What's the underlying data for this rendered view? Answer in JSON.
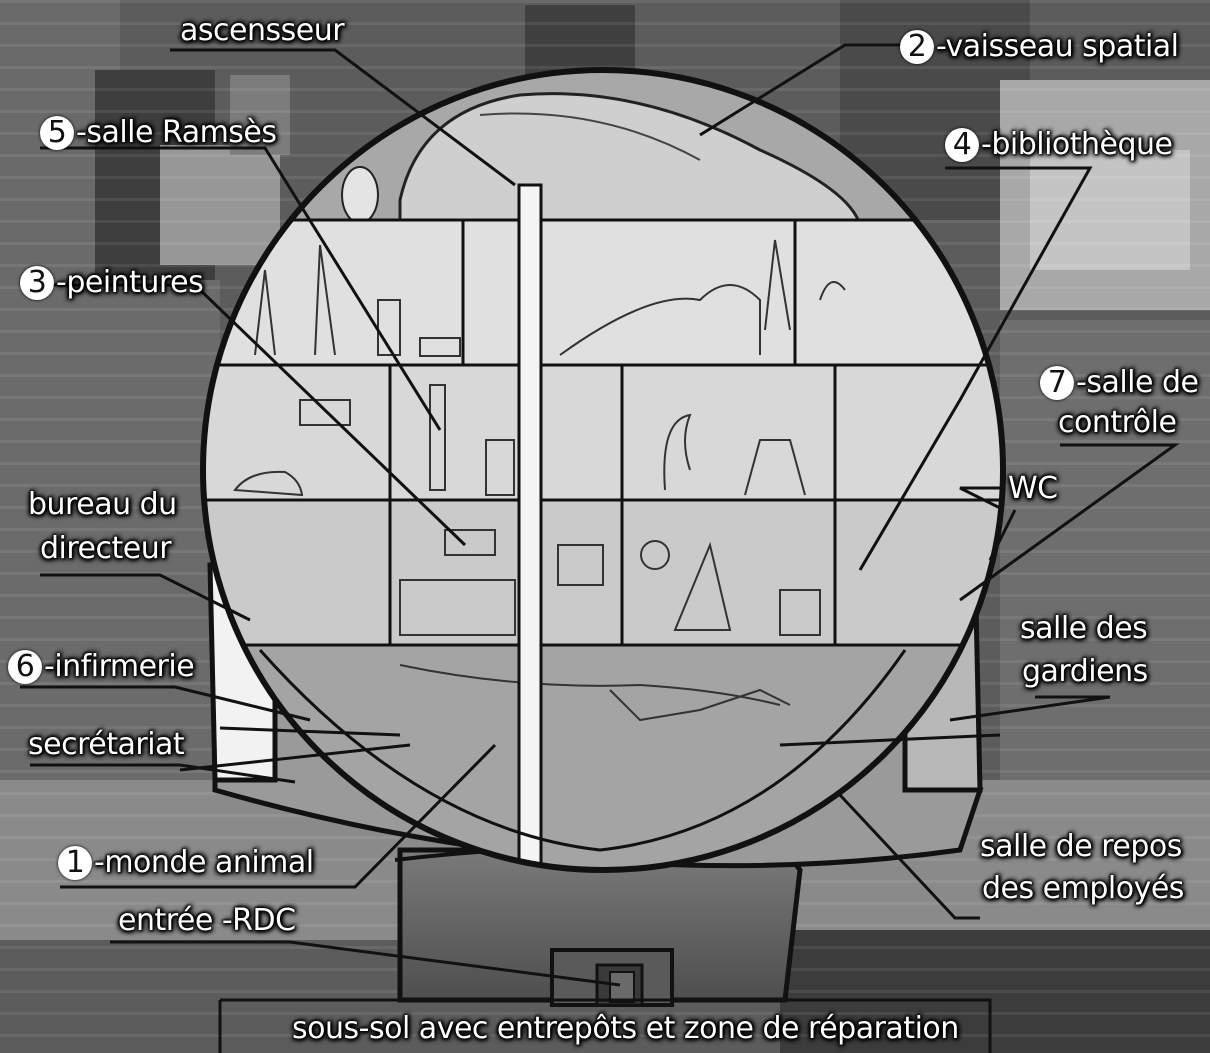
{
  "labels": {
    "ascensseur": "ascensseur",
    "vaisseau_num": "2",
    "vaisseau": "-vaisseau spatial",
    "ramses_num": "5",
    "ramses": "-salle Ramsès",
    "bibliotheque_num": "4",
    "bibliotheque": "-bibliothèque",
    "peintures_num": "3",
    "peintures": "-peintures",
    "controle_num": "7",
    "controle_line1": "-salle de",
    "controle_line2": "contrôle",
    "wc": "WC",
    "directeur_line1": "bureau du",
    "directeur_line2": "directeur",
    "infirmerie_num": "6",
    "infirmerie": "-infirmerie",
    "secretariat": "secrétariat",
    "gardiens_line1": "salle des",
    "gardiens_line2": "gardiens",
    "monde_num": "1",
    "monde": "-monde animal",
    "repos_line1": "salle de repos",
    "repos_line2": "des employés",
    "entree": "entrée -RDC",
    "sous_sol": "sous-sol avec entrepôts et zone de réparation"
  }
}
